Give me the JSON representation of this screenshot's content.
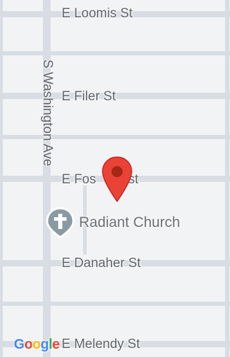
{
  "map": {
    "background_color": "#f2f3f4",
    "road_color": "#d7dde3",
    "streets": {
      "loomis": "E Loomis St",
      "filer": "E Filer St",
      "foster_prefix": "E Fos",
      "foster_suffix": "st",
      "danaher": "E Danaher St",
      "melendy": "E Melendy St",
      "washington": "S Washington Ave"
    },
    "poi": {
      "name": "Radiant Church",
      "icon": "cross-icon",
      "icon_bg": "#8a9aa3"
    },
    "marker": {
      "icon": "map-pin-icon",
      "color": "#ea4335",
      "dot_color": "#a52714"
    },
    "attribution": {
      "logo_letters": [
        "G",
        "o",
        "o",
        "g",
        "l",
        "e"
      ],
      "logo_colors": [
        "#4285f4",
        "#ea4335",
        "#fbbc05",
        "#4285f4",
        "#34a853",
        "#ea4335"
      ]
    }
  }
}
